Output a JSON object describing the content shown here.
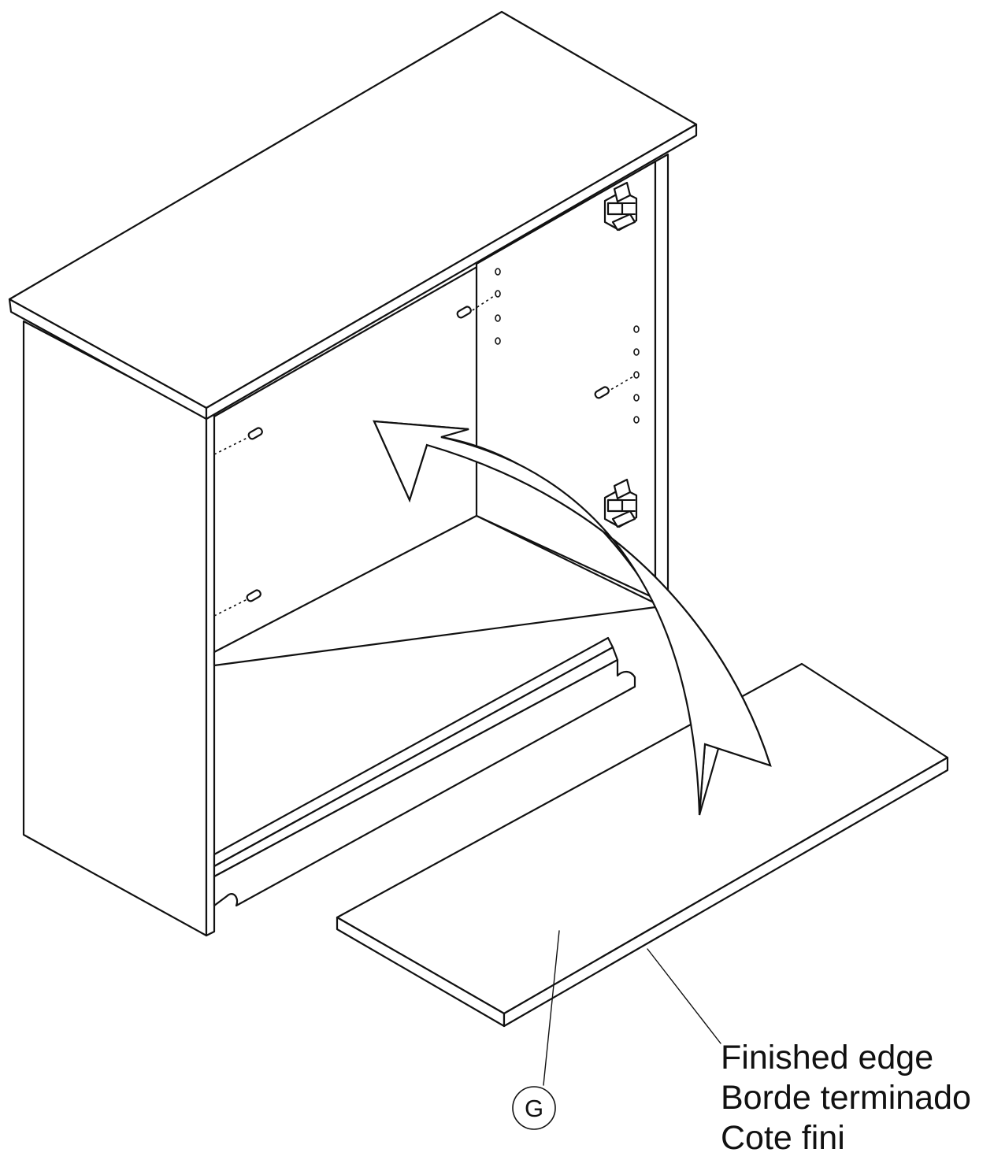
{
  "part_label": "G",
  "finished_edge_label": {
    "english": "Finished edge",
    "spanish": "Borde terminado",
    "french": "Cote fini"
  },
  "colors": {
    "line": "#111111",
    "background": "#ffffff"
  }
}
